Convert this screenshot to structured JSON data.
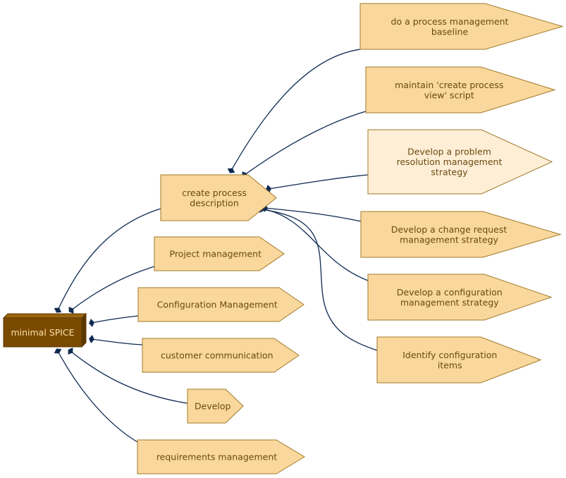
{
  "colors": {
    "edge": "#0e2a52",
    "node_fill": "#fad89d",
    "node_fill_light": "#ffeed6",
    "node_stroke": "#a07a2a",
    "node_text": "#6b4a10",
    "root_front": "#7a4a00",
    "root_top": "#9a6410",
    "root_side": "#5c3800",
    "root_text": "#fbe2a8"
  },
  "root": {
    "label": "minimal SPICE"
  },
  "hub": {
    "label_lines": [
      "create process",
      "description"
    ]
  },
  "nodes": [
    {
      "id": "baseline",
      "lines": [
        "do a process management",
        "baseline"
      ],
      "light": false
    },
    {
      "id": "script",
      "lines": [
        "maintain 'create process",
        "view' script"
      ],
      "light": false
    },
    {
      "id": "problem",
      "lines": [
        "Develop a problem",
        "resolution management",
        "strategy"
      ],
      "light": true
    },
    {
      "id": "change",
      "lines": [
        "Develop a change request",
        "management strategy"
      ],
      "light": false
    },
    {
      "id": "config-strategy",
      "lines": [
        "Develop a configuration",
        "management strategy"
      ],
      "light": false
    },
    {
      "id": "config-items",
      "lines": [
        "Identify configuration",
        "items"
      ],
      "light": false
    },
    {
      "id": "project",
      "lines": [
        "Project management"
      ],
      "light": false
    },
    {
      "id": "config-mgmt",
      "lines": [
        "Configuration Management"
      ],
      "light": false
    },
    {
      "id": "customer",
      "lines": [
        "customer communication"
      ],
      "light": false
    },
    {
      "id": "develop",
      "lines": [
        "Develop"
      ],
      "light": false
    },
    {
      "id": "requirements",
      "lines": [
        "requirements management"
      ],
      "light": false
    }
  ]
}
